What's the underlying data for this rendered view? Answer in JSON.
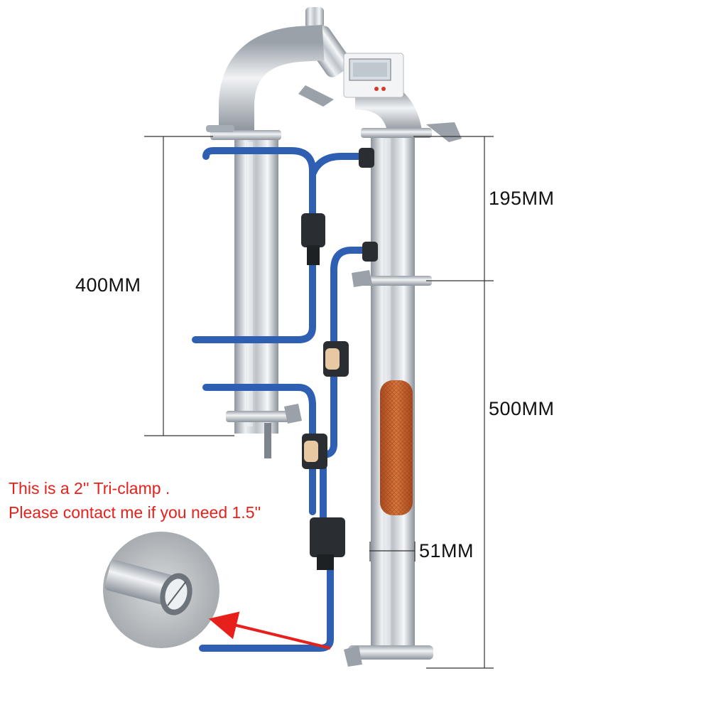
{
  "dimensions": {
    "left_height": "400MM",
    "top_section": "195MM",
    "bottom_section": "500MM",
    "diameter": "51MM"
  },
  "note": {
    "line1": "This is a 2'' Tri-clamp .",
    "line2": "Please contact me if you need 1.5''"
  },
  "colors": {
    "note_text": "#e8201c",
    "arrow": "#e8201c",
    "hose": "#2f5fb3",
    "steel": "#c9ced4",
    "copper_mesh": "#c8642e"
  },
  "icons": {
    "clamp": "tri-clamp-icon",
    "thermometer": "digital-thermometer-icon",
    "valve": "needle-valve-icon"
  }
}
